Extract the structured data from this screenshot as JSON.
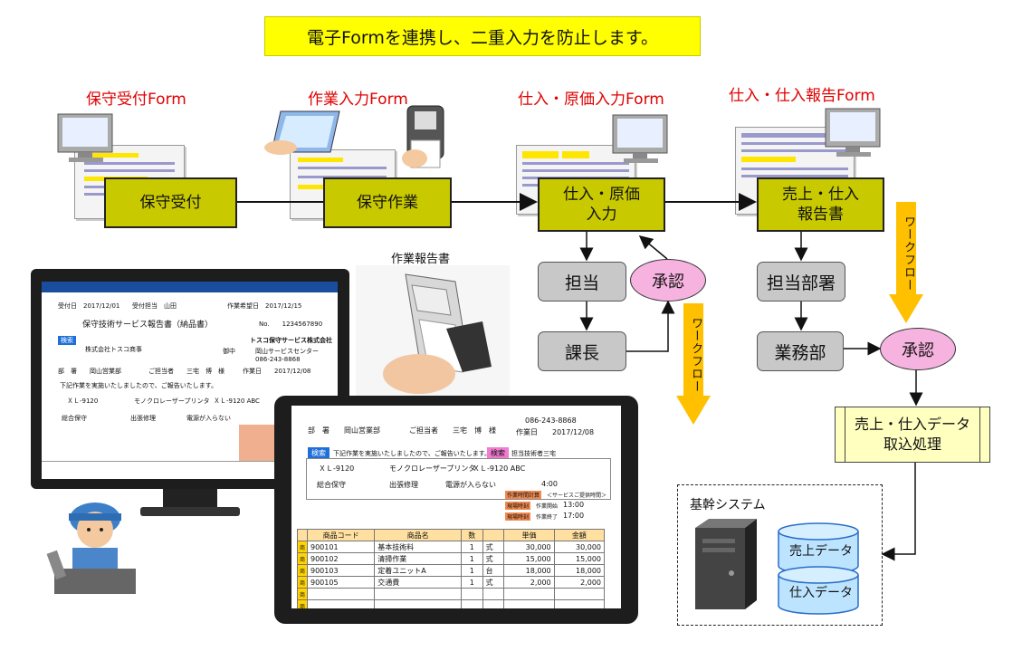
{
  "banner": "電子Formを連携し、二重入力を防止します。",
  "forms": {
    "f1": "保守受付Form",
    "f2": "作業入力Form",
    "f3": "仕入・原価入力Form",
    "f4": "仕入・仕入報告Form"
  },
  "process": {
    "p1": "保守受付",
    "p2": "保守作業",
    "p3": "仕入・原価\n入力",
    "p4": "売上・仕入\n報告書"
  },
  "approval_left": {
    "tantou": "担当",
    "kachou": "課長",
    "shounin": "承認"
  },
  "approval_right": {
    "busho": "担当部署",
    "gyoumu": "業務部",
    "shounin": "承認"
  },
  "workflow_label": "ワークフロー",
  "intake": "売上・仕入データ\n取込処理",
  "system": {
    "title": "基幹システム",
    "db1": "売上データ",
    "db2": "仕入データ"
  },
  "work_report_label": "作業報告書",
  "monitor_doc": {
    "uketsuke": "受付日　2017/12/01",
    "tantou": "受付担当　山田",
    "kibou": "作業希望日　2017/12/15",
    "title": "保守技術サービス報告書（納品書）",
    "no": "No.　　1234567890",
    "search": "検索",
    "customer": "株式会社トスコ商事",
    "onchu": "御中",
    "company": "トスコ保守サービス株式会社",
    "center": "岡山サービスセンター",
    "tel": "086-243-8868",
    "bumon": "部　署　　岡山営業部",
    "tantousha": "ご担当者　　三宅　博",
    "sama": "様",
    "sagyoubi": "作業日　　2017/12/08",
    "note": "下記作業を実施いたしましたので、ご報告いたします。",
    "model": "ＸＬ-9120",
    "model_name": "モノクロレーザープリンタ",
    "model2": "ＸＬ-9120 ABC",
    "kind": "総合保守",
    "visit": "出張修理",
    "symptom": "電源が入らない"
  },
  "tablet_doc": {
    "bumon": "部　署　　岡山営業部",
    "tantousha": "ご担当者　　三宅　博",
    "sama": "様",
    "tel": "086-243-8868",
    "sagyoubi": "作業日　　2017/12/08",
    "search": "検索",
    "note": "下記作業を実施いたしましたので、ご報告いたします。",
    "tantou_label": "担当技術者",
    "tantou_name": "三宅",
    "model": "ＸＬ-9120",
    "model_name": "モノクロレーザープリンタ",
    "model2": "ＸＬ-9120 ABC",
    "kind": "総合保守",
    "visit": "出張修理",
    "symptom": "電源が入らない",
    "hours": "4:00",
    "calc": "作業時間計算",
    "service_hours": "＜サービスご提供時間＞",
    "genba1": "現場時刻",
    "start_label": "作業開始",
    "start": "13:00",
    "genba2": "現場時刻",
    "end_label": "作業終了",
    "end": "17:00",
    "table_headers": [
      "商品コード",
      "商品名",
      "数",
      "",
      "単価",
      "金額"
    ],
    "rows": [
      [
        "900101",
        "基本技術料",
        "1",
        "式",
        "30,000",
        "30,000"
      ],
      [
        "900102",
        "清掃作業",
        "1",
        "式",
        "15,000",
        "15,000"
      ],
      [
        "900103",
        "定着ユニットA",
        "1",
        "台",
        "18,000",
        "18,000"
      ],
      [
        "900105",
        "交通費",
        "1",
        "式",
        "2,000",
        "2,000"
      ],
      [
        "",
        "",
        "",
        "",
        "",
        ""
      ],
      [
        "",
        "",
        "",
        "",
        "",
        ""
      ],
      [
        "",
        "",
        "",
        "",
        "",
        ""
      ]
    ]
  },
  "colors": {
    "process": "#c9c900",
    "banner": "#ffff00",
    "approval": "#f7b3e0",
    "gray": "#c8c8c8",
    "workflow_arrow": "#ffc000",
    "database": "#bde4ff",
    "form_title": "#e00000"
  }
}
